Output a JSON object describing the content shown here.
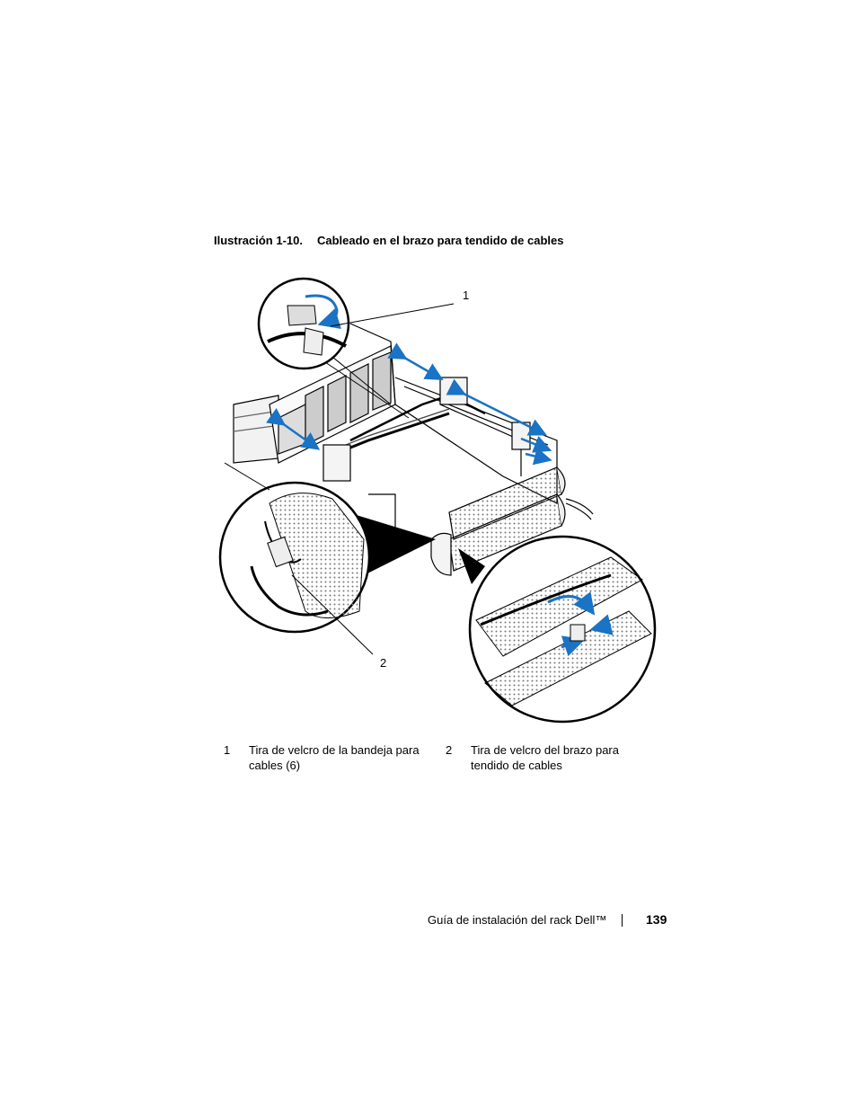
{
  "caption": {
    "label": "Ilustración 1-10.",
    "title": "Cableado en el brazo para tendido de cables"
  },
  "figure": {
    "callouts": [
      "1",
      "2"
    ],
    "arrow_color": "#1a73c4"
  },
  "legend": [
    {
      "num": "1",
      "text": "Tira de velcro de la bandeja para cables (6)"
    },
    {
      "num": "2",
      "text": "Tira de velcro del brazo para tendido de cables"
    }
  ],
  "footer": {
    "title": "Guía de instalación del rack Dell™",
    "page": "139"
  }
}
